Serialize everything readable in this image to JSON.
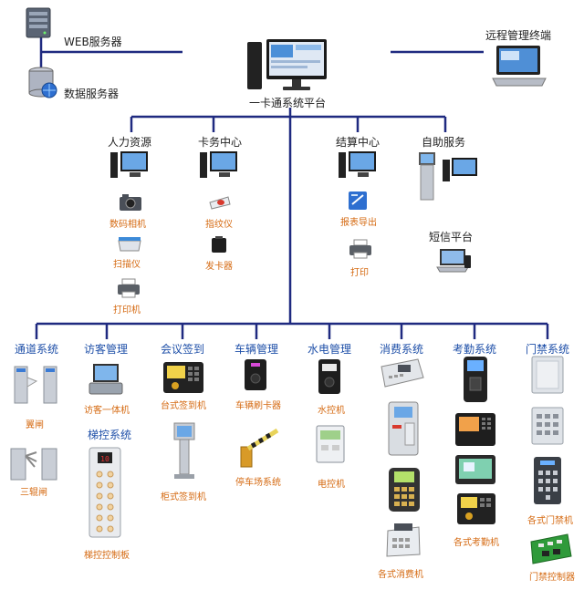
{
  "servers": {
    "web": "WEB服务器",
    "db": "数据服务器"
  },
  "platform": "一卡通系统平台",
  "remote": "远程管理终端",
  "upper_groups": {
    "hr": "人力资源",
    "card": "卡务中心",
    "settle": "结算中心",
    "self": "自助服务",
    "sms": "短信平台"
  },
  "upper_devices": {
    "camera": "数码相机",
    "scanner": "扫描仪",
    "printer_hr": "打印机",
    "finger": "指纹仪",
    "issuer": "发卡器",
    "report": "报表导出",
    "printer_settle": "打印"
  },
  "categories": {
    "passage": "通道系统",
    "visitor": "访客管理",
    "meeting": "会议签到",
    "vehicle": "车辆管理",
    "water": "水电管理",
    "consume": "消费系统",
    "attend": "考勤系统",
    "access": "门禁系统"
  },
  "ladder": "梯控系统",
  "lower_devices": {
    "gate": "翼闸",
    "tripod": "三辊闸",
    "visitor_machine": "访客一体机",
    "ladder_panel": "梯控控制板",
    "desk_sign": "台式签到机",
    "stand_sign": "柜式签到机",
    "vehicle_reader": "车辆刷卡器",
    "parking": "停车场系统",
    "water_ctrl": "水控机",
    "power_ctrl": "电控机",
    "consume_machine": "各式消费机",
    "attend_machine": "各式考勤机",
    "access_machine": "各式门禁机",
    "access_ctrl": "门禁控制器"
  },
  "colors": {
    "line": "#1f2a80",
    "category": "#1e4fa8",
    "device": "#d56a12"
  }
}
